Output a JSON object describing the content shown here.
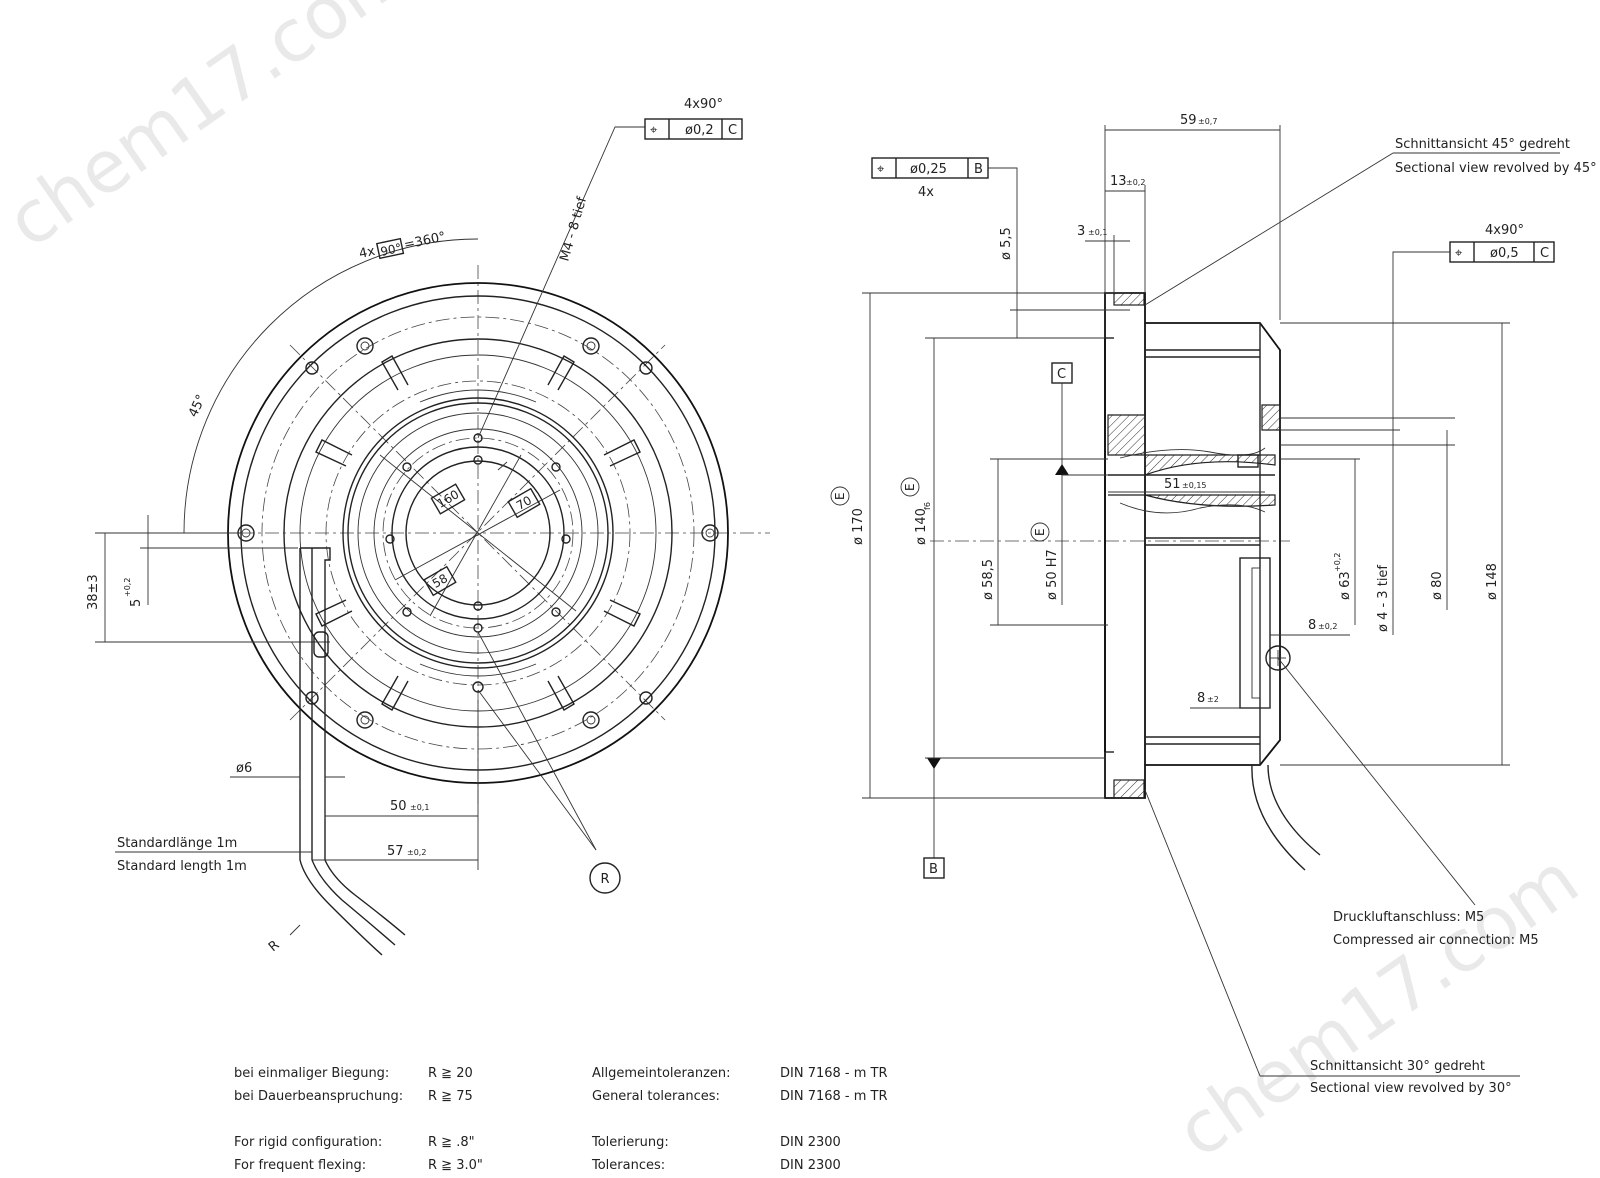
{
  "watermark": "chem17.com",
  "front_view": {
    "fcf_top": {
      "count": "4x90°",
      "symbol": "⌖",
      "tolerance": "ø0,2",
      "datum": "C"
    },
    "thread_callout": "M4 - 8 tief",
    "angular_pattern": {
      "prefix": "4x",
      "box": "90°",
      "suffix": "=360°"
    },
    "angle_45": "45°",
    "boxed_160": "160",
    "boxed_70": "70",
    "boxed_58": "58",
    "dim_38": "38±3",
    "dim_5": "5",
    "dim_5_tol": "+0,2",
    "dim_phi6": "ø6",
    "dim_50": "50",
    "dim_50_tol": "±0,1",
    "dim_57": "57",
    "dim_57_tol": "±0,2",
    "cable_de": "Standardlänge 1m",
    "cable_en": "Standard length 1m",
    "radius_label": "R",
    "ref_R": "R"
  },
  "side_view": {
    "fcf_left": {
      "symbol": "⌖",
      "tolerance": "ø0,25",
      "datum": "B",
      "count": "4x"
    },
    "fcf_right": {
      "count": "4x90°",
      "symbol": "⌖",
      "tolerance": "ø0,5",
      "datum": "C"
    },
    "dim_59": "59",
    "dim_59_tol": "±0,7",
    "dim_13": "13",
    "dim_13_tol": "±0,2",
    "dim_3": "3",
    "dim_3_tol": "±0,1",
    "dim_phi5_5": "ø 5,5",
    "section45_de": "Schnittansicht 45° gedreht",
    "section45_en": "Sectional view revolved by 45°",
    "datum_C": "C",
    "datum_B": "B",
    "dim_phi170": "ø 170",
    "dim_phi140": "ø 140",
    "dim_phi140_fit": "f6",
    "dim_phi58_5": "ø 58,5",
    "dim_phi50": "ø 50 H7",
    "dim_51": "51",
    "dim_51_tol": "±0,15",
    "dim_phi63": "ø 63",
    "dim_phi63_tol": "+0,2",
    "dim_phi4": "ø 4 - 3 tief",
    "dim_phi80": "ø 80",
    "dim_phi148": "ø 148",
    "dim_8a": "8",
    "dim_8a_tol": "±0,2",
    "dim_8b": "8",
    "dim_8b_tol": "±2",
    "circle_E": "E",
    "air_de": "Druckluftanschluss: M5",
    "air_en": "Compressed air connection: M5",
    "section30_de": "Schnittansicht 30° gedreht",
    "section30_en": "Sectional view revolved by 30°"
  },
  "notes": [
    [
      "bei einmaliger Biegung:",
      "R ≧ 20",
      "Allgemeintoleranzen:",
      "DIN 7168 - m TR"
    ],
    [
      "bei Dauerbeanspruchung:",
      "R ≧ 75",
      "General tolerances:",
      "DIN 7168 - m TR"
    ],
    [
      "For rigid configuration:",
      "R ≧ .8\"",
      "Tolerierung:",
      "DIN 2300"
    ],
    [
      "For frequent flexing:",
      "R ≧ 3.0\"",
      "Tolerances:",
      "DIN 2300"
    ]
  ]
}
